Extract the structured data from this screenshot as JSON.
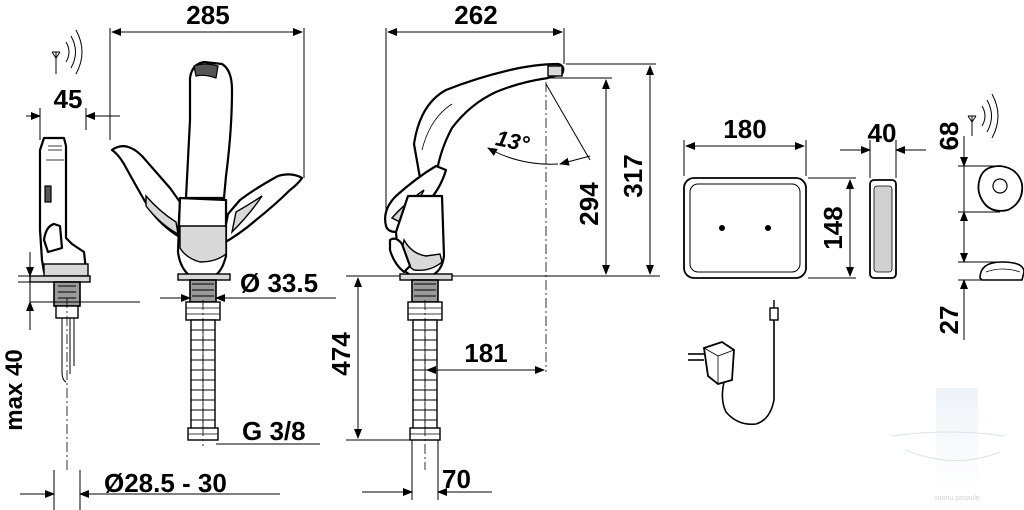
{
  "dimensions": {
    "side_height": "max 40",
    "sprayer_width": "45",
    "front_width": "285",
    "base_diameter": "Ø 33.5",
    "thread": "G 3/8",
    "hole_diameter": "Ø28.5 - 30",
    "profile_width": "262",
    "spout_angle": "13°",
    "spout_height_inner": "294",
    "spout_height_total": "317",
    "hose_length": "474",
    "spout_reach": "181",
    "base_offset": "70",
    "sensor_width": "180",
    "sensor_height": "148",
    "sensor_depth": "40",
    "button_diameter": "68",
    "button_height": "27"
  },
  "watermark": "vannu pasaule"
}
